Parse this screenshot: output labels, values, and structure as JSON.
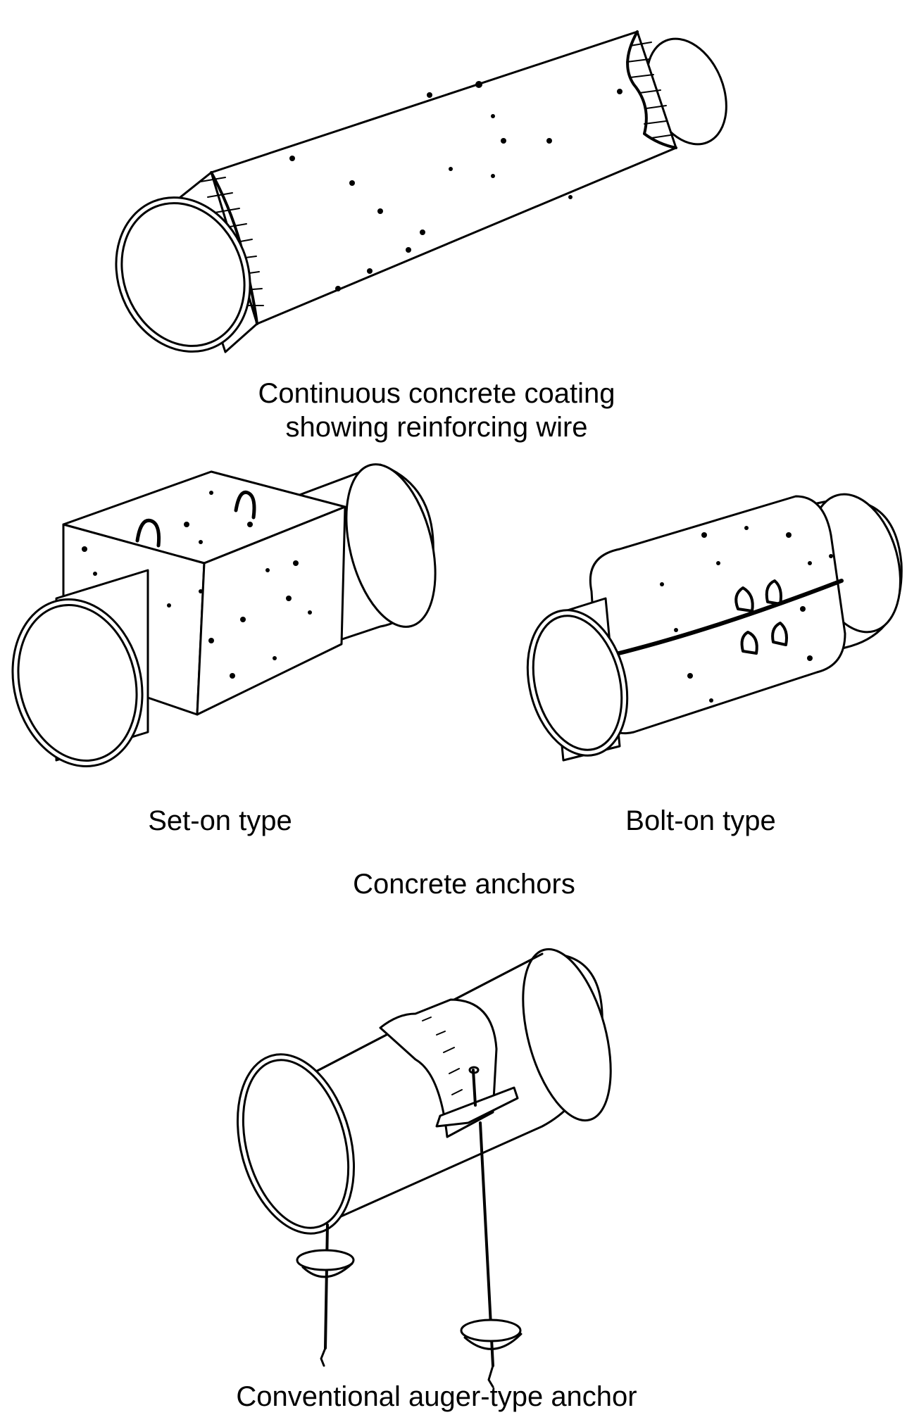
{
  "figure": {
    "continuous": {
      "caption_line1": "Continuous concrete coating",
      "caption_line2": "showing reinforcing wire"
    },
    "set_on": {
      "caption": "Set-on type"
    },
    "bolt_on": {
      "caption": "Bolt-on type"
    },
    "anchors_group": {
      "caption": "Concrete anchors"
    },
    "auger": {
      "caption": "Conventional auger-type anchor"
    }
  }
}
